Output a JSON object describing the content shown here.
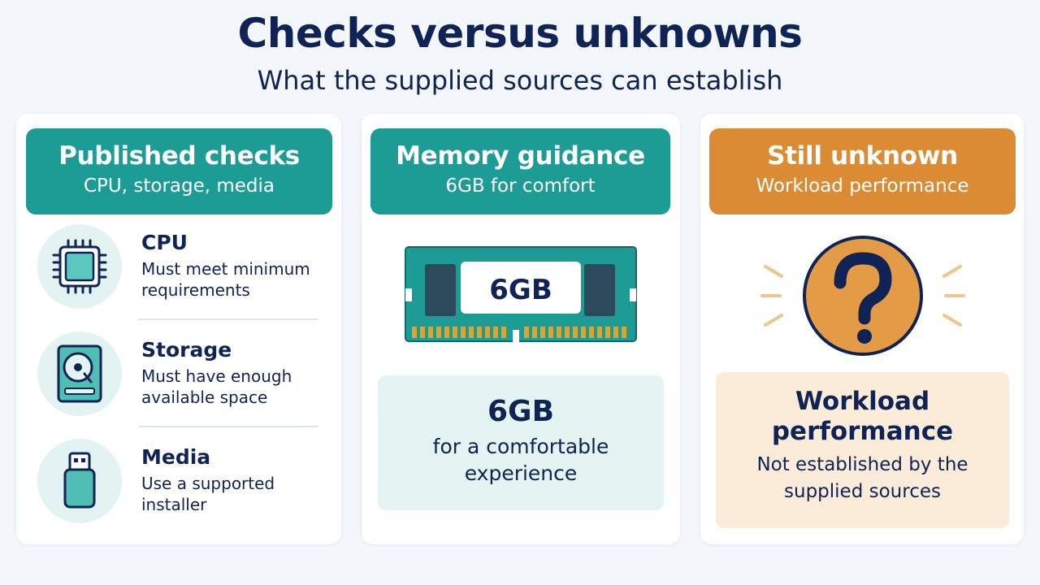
{
  "title": "Checks versus unknowns",
  "subtitle": "What the supplied sources can establish",
  "colors": {
    "teal": "#1c9c94",
    "orange": "#da8b33",
    "navy": "#0f2354",
    "light_teal": "#e4f4f3",
    "light_orange": "#fbecd9"
  },
  "published": {
    "title": "Published checks",
    "subtitle": "CPU, storage, media",
    "items": [
      {
        "icon": "cpu-chip-icon",
        "name": "CPU",
        "desc": "Must meet minimum requirements"
      },
      {
        "icon": "hard-drive-icon",
        "name": "Storage",
        "desc": "Must have enough available space"
      },
      {
        "icon": "usb-drive-icon",
        "name": "Media",
        "desc": "Use a supported installer"
      }
    ]
  },
  "memory": {
    "title": "Memory guidance",
    "subtitle": "6GB for comfort",
    "module_label": "6GB",
    "box_value": "6GB",
    "box_text": "for a comfortable experience"
  },
  "unknown": {
    "title": "Still unknown",
    "subtitle": "Workload performance",
    "box_title": "Workload performance",
    "box_text": "Not established by the supplied sources"
  }
}
